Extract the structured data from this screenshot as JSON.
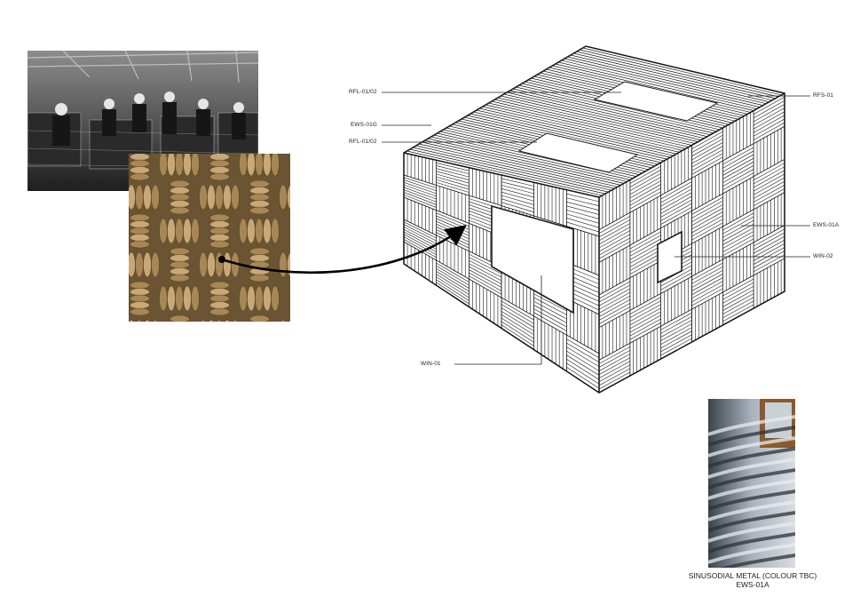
{
  "callouts": {
    "rfl_top": "RFL-01/02",
    "ews_01g": "EWS-01G",
    "rfl_mid": "RFL-01/02",
    "rfs_01": "RFS-01",
    "ews_01a": "EWS-01A",
    "win_02": "WIN-02",
    "win_01": "WIN-01"
  },
  "material_caption": {
    "line1": "SINUSODIAL METAL (COLOUR TBC)",
    "line2": "EWS-01A"
  },
  "colors": {
    "line": "#1a1a1a",
    "rope": "#b39363",
    "metal": "#9ba5b0",
    "factory": "#4a4a4a"
  },
  "icons": {
    "arrow": "curved-arrow-icon"
  }
}
